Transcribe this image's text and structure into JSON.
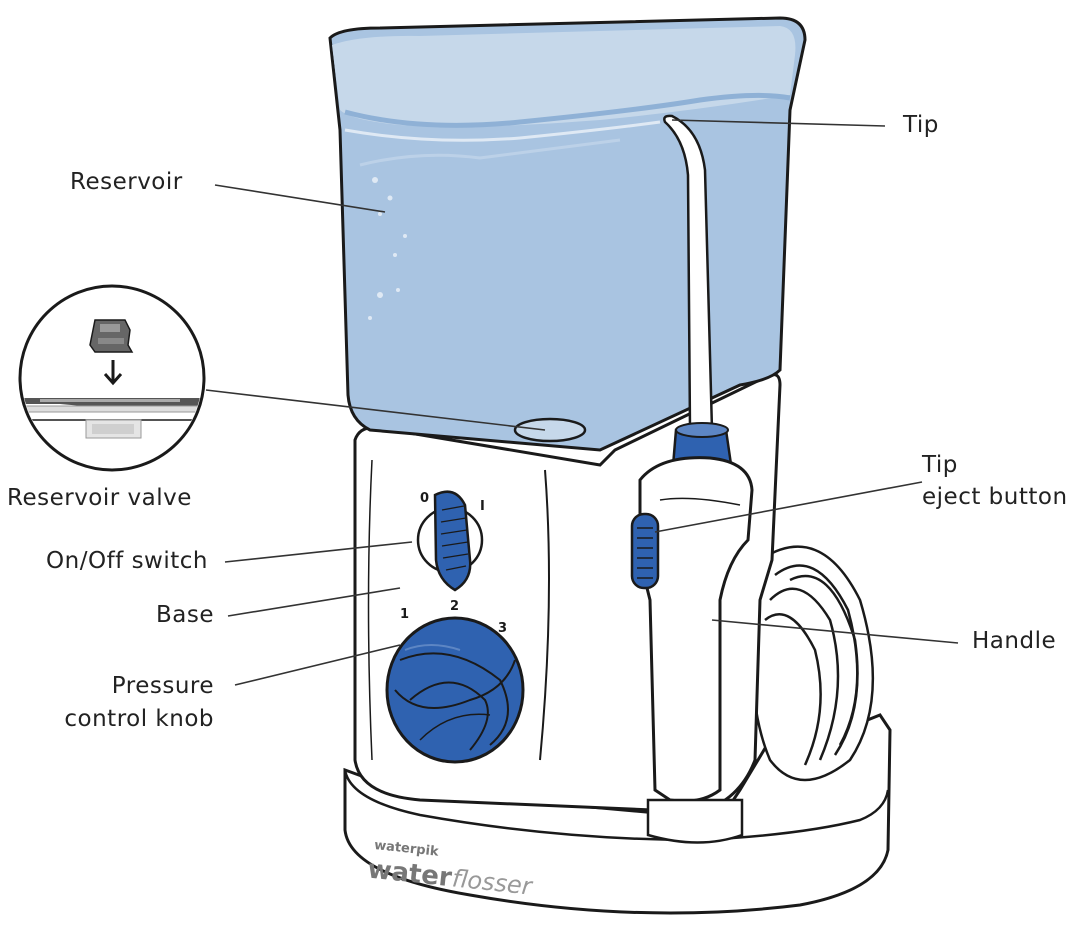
{
  "colors": {
    "water_light": "#c6d8ea",
    "water_main": "#a9c4e1",
    "water_dark": "#8fb1d6",
    "knob_blue": "#2f62b0",
    "outline": "#1a1a1a",
    "body_white": "#ffffff",
    "text": "#222222"
  },
  "labels": {
    "tip": "Tip",
    "reservoir": "Reservoir",
    "reservoir_valve": "Reservoir valve",
    "tip_eject_line1": "Tip",
    "tip_eject_line2": "eject button",
    "on_off_switch": "On/Off switch",
    "base": "Base",
    "handle": "Handle",
    "pressure_line1": "Pressure",
    "pressure_line2": "control knob"
  },
  "switch_marks": {
    "off": "0",
    "on": "I"
  },
  "pressure_marks": [
    "1",
    "2",
    "3"
  ],
  "brand": {
    "small": "waterpik",
    "bold": "water",
    "light": "flosser"
  },
  "icons": [
    "arrow-down-icon"
  ]
}
